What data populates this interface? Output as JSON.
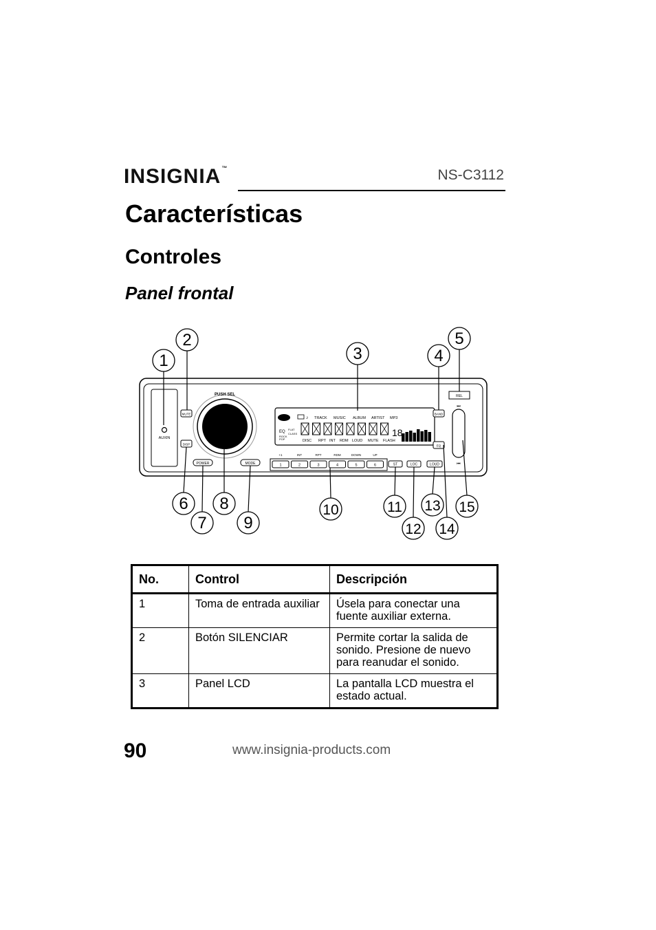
{
  "header": {
    "logo": "INSIGNIA",
    "logo_tm": "™",
    "model": "NS-C3112"
  },
  "title": "Características",
  "section": "Controles",
  "subsection": "Panel frontal",
  "diagram": {
    "callouts": [
      "1",
      "2",
      "3",
      "4",
      "5",
      "6",
      "7",
      "8",
      "9",
      "10",
      "11",
      "12",
      "13",
      "14",
      "15"
    ],
    "labels": {
      "auxin": "AUXIN",
      "push_sel": "PUSH SEL",
      "mute": "MUTE",
      "disp": "DISP",
      "power": "POWER",
      "mode": "MODE",
      "band": "BAND",
      "eq": "EQ",
      "rel": "REL",
      "st": "ST",
      "loc": "LOC",
      "loud": "LOUD",
      "presets": [
        "1",
        "2",
        "3",
        "4",
        "5",
        "6"
      ],
      "preset_captions": [
        "+1",
        "INT",
        "RPT",
        "RDM",
        "DOWN",
        "UP"
      ],
      "lcd_top": [
        "TRACK",
        "MUSIC",
        "ALBUM",
        "ARTIST",
        "MP3"
      ],
      "lcd_bottom": [
        "DISC",
        "RPT",
        "INT",
        "RDM",
        "LOUD",
        "MUTE",
        "FLASH"
      ],
      "lcd_eq": [
        "EQ",
        "FLAT",
        "CLASS",
        "ROCK",
        "POP"
      ],
      "lcd_digits": "18"
    }
  },
  "table": {
    "headers": [
      "No.",
      "Control",
      "Descripción"
    ],
    "rows": [
      {
        "no": "1",
        "control": "Toma de entrada auxiliar",
        "desc": "Úsela para conectar una fuente auxiliar externa."
      },
      {
        "no": "2",
        "control": "Botón SILENCIAR",
        "desc": "Permite cortar la salida de sonido. Presione de nuevo para reanudar el sonido."
      },
      {
        "no": "3",
        "control": "Panel LCD",
        "desc": "La pantalla LCD muestra el estado actual."
      }
    ]
  },
  "footer": {
    "page_number": "90",
    "url": "www.insignia-products.com"
  }
}
